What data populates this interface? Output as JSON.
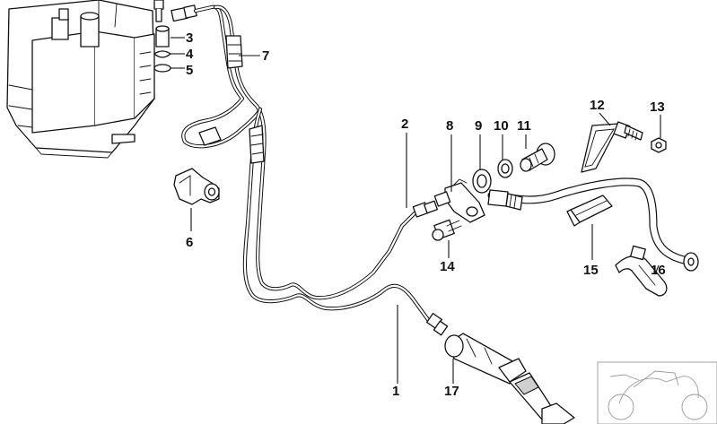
{
  "callouts": {
    "c1": "1",
    "c2": "2",
    "c3": "3",
    "c4": "4",
    "c5": "5",
    "c6": "6",
    "c7": "7",
    "c8": "8",
    "c9": "9",
    "c10": "10",
    "c11": "11",
    "c12": "12",
    "c13": "13",
    "c14": "14",
    "c15": "15",
    "c16": "16",
    "c17": "17"
  },
  "colors": {
    "line": "#111111",
    "fill": "#ffffff",
    "shade": "#cfcfcf",
    "thumbnail": "#9a9a9a"
  }
}
